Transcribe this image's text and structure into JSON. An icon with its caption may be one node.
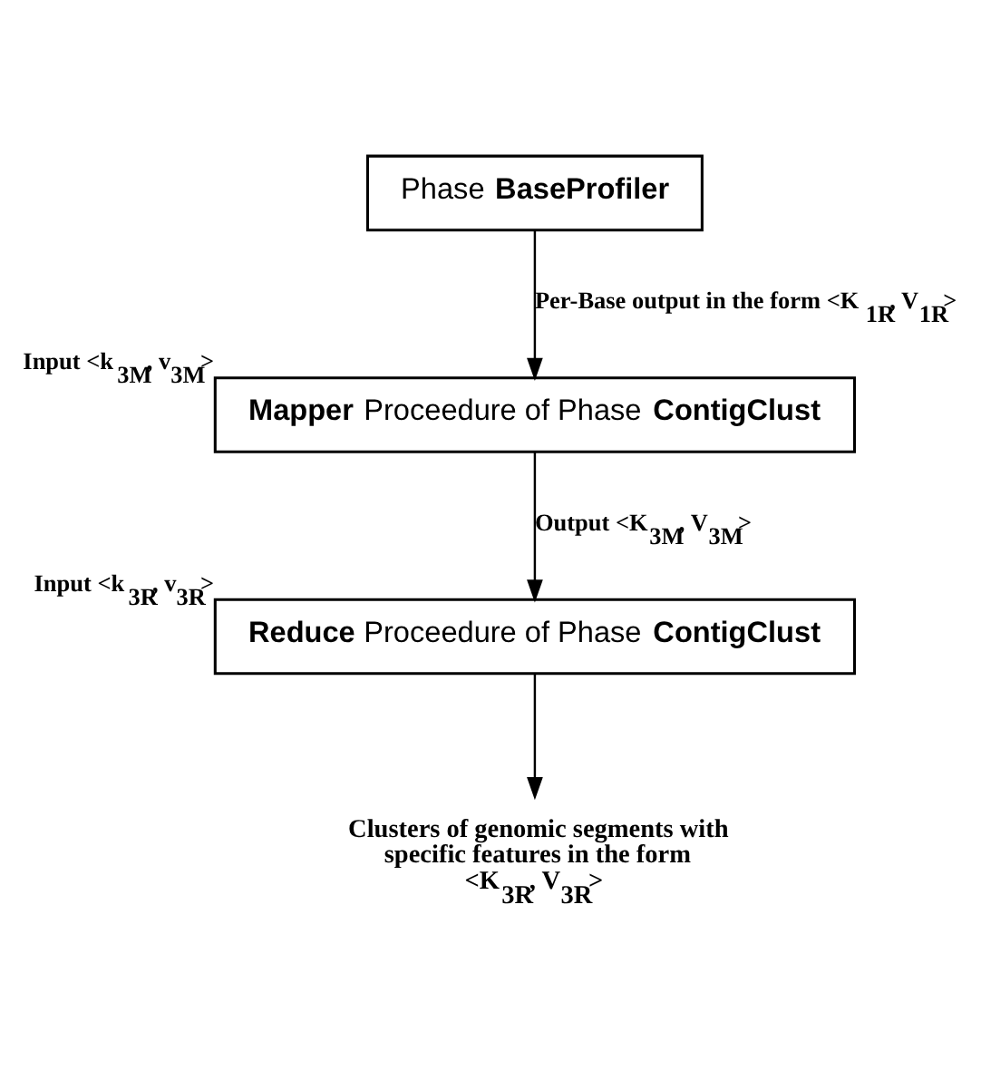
{
  "diagram": {
    "nodes": [
      {
        "text": [
          "Phase **BaseProfiler**"
        ]
      },
      {
        "text": [
          "**Mapper** Proceedure of Phase **ContigClust**"
        ],
        "beside": [
          "Input <k$_{3M}$, v$_{3M}$>"
        ]
      },
      {
        "text": [
          "**Reduce** Proceedure of Phase **ContigClust**"
        ],
        "beside": [
          "Input <k$_{3R}$, v$_{3R}$>"
        ]
      },
      {
        "text": [
          "Clusters of genomic segments with specific features in the form <K$_{3R}$, V$_{3R}$>"
        ]
      }
    ],
    "edges": [
      {
        "from": 0,
        "to": 1,
        "arrow": "to",
        "label": "Per-Base output in the form <K$_{1R}$, V$_{1R}$>"
      },
      {
        "from": 1,
        "to": 2,
        "arrow": "to",
        "label": "Output <K$_{3M}$, V$_{3M}$>"
      },
      {
        "from": 2,
        "to": 3,
        "arrow": "to"
      }
    ]
  }
}
